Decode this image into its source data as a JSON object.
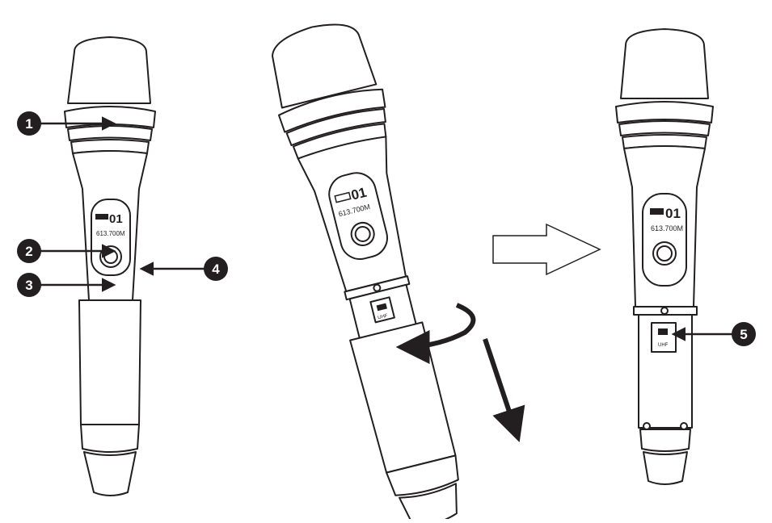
{
  "callouts": [
    {
      "number": "1",
      "target": "grille-ring"
    },
    {
      "number": "2",
      "target": "power-button"
    },
    {
      "number": "3",
      "target": "handle-body"
    },
    {
      "number": "4",
      "target": "side-of-handle"
    },
    {
      "number": "5",
      "target": "battery-compartment-switch"
    }
  ],
  "mic_display": {
    "channel": "01",
    "frequency": "613.700M"
  },
  "battery_label": {
    "band": "UHF"
  },
  "steps": [
    {
      "name": "mic-front-view"
    },
    {
      "name": "unscrew-handle"
    },
    {
      "name": "handle-open-battery-view"
    }
  ],
  "colors": {
    "outline": "#231f20",
    "fill": "#ffffff",
    "callout": "#231f20"
  }
}
